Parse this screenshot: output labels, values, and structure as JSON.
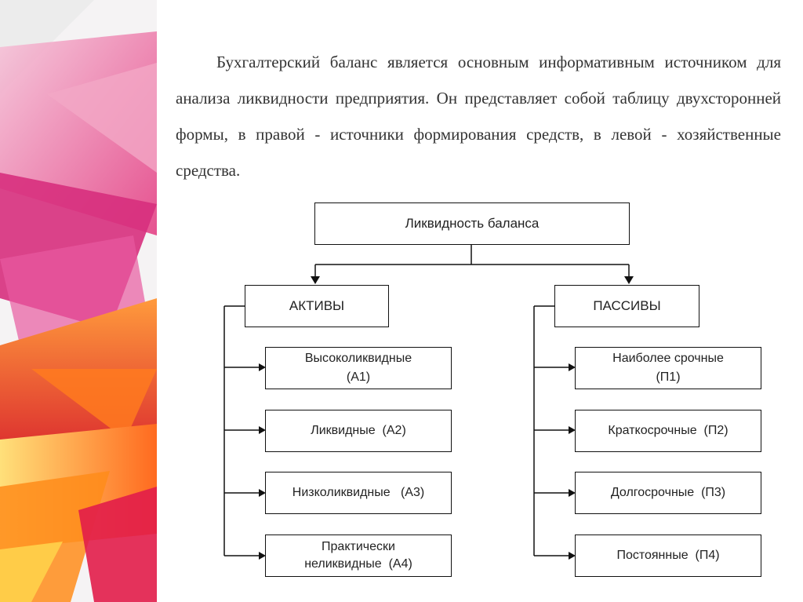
{
  "paragraph": "Бухгалтерский баланс является основным информативным источником для анализа ликвидности предприятия. Он представляет собой таблицу двухсторонней формы, в правой - источники формирования средств, в левой - хозяйственные средства.",
  "diagram": {
    "root": "Ликвидность баланса",
    "assets": {
      "title": "АКТИВЫ",
      "items": [
        {
          "line1": "Высоколиквидные",
          "line2": "(А1)"
        },
        {
          "line1": "Ликвидные  (А2)",
          "line2": ""
        },
        {
          "line1": "Низколиквидные   (А3)",
          "line2": ""
        },
        {
          "line1": "Практически",
          "line2": "неликвидные  (А4)"
        }
      ]
    },
    "liabilities": {
      "title": "ПАССИВЫ",
      "items": [
        {
          "line1": "Наиболее срочные",
          "line2": "(П1)"
        },
        {
          "line1": "Краткосрочные  (П2)",
          "line2": ""
        },
        {
          "line1": "Долгосрочные  (П3)",
          "line2": ""
        },
        {
          "line1": "Постоянные  (П4)",
          "line2": ""
        }
      ]
    }
  }
}
